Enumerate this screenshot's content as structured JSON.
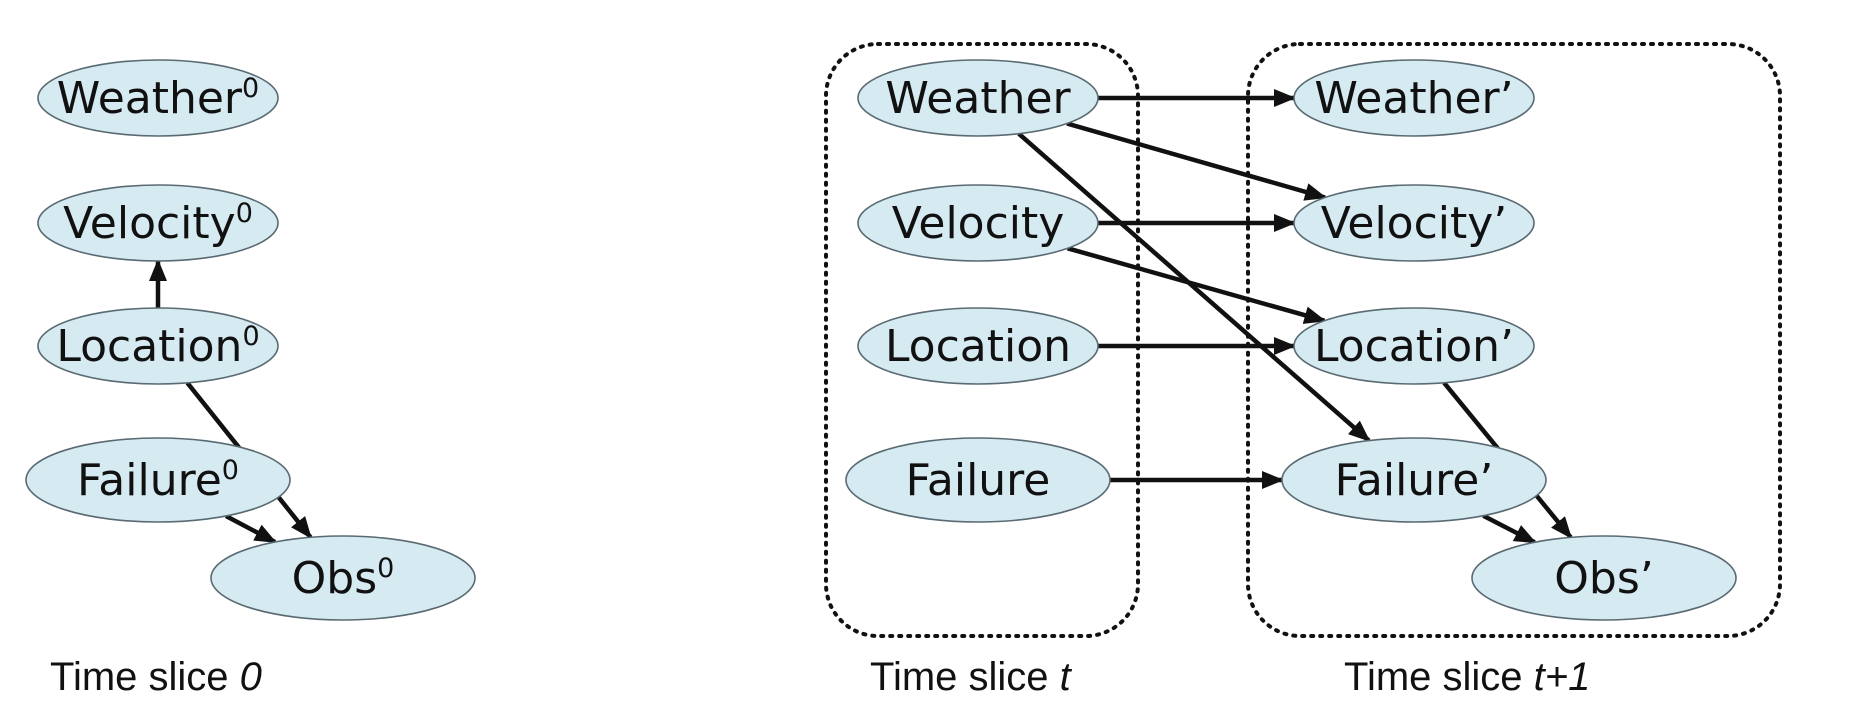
{
  "slices": [
    {
      "id": "slice0",
      "caption_main": "Time slice ",
      "caption_var": "0"
    },
    {
      "id": "slicet",
      "caption_main": "Time slice ",
      "caption_var": "t"
    },
    {
      "id": "slicet1",
      "caption_main": "Time slice ",
      "caption_var": "t+1"
    }
  ],
  "nodes": {
    "weather0": {
      "base": "Weather",
      "sup": "0",
      "prime": ""
    },
    "velocity0": {
      "base": "Velocity",
      "sup": "0",
      "prime": ""
    },
    "location0": {
      "base": "Location",
      "sup": "0",
      "prime": ""
    },
    "failure0": {
      "base": "Failure",
      "sup": "0",
      "prime": ""
    },
    "obs0": {
      "base": "Obs",
      "sup": "0",
      "prime": ""
    },
    "weather": {
      "base": "Weather",
      "sup": "",
      "prime": ""
    },
    "velocity": {
      "base": "Velocity",
      "sup": "",
      "prime": ""
    },
    "location": {
      "base": "Location",
      "sup": "",
      "prime": ""
    },
    "failure": {
      "base": "Failure",
      "sup": "",
      "prime": ""
    },
    "weather1": {
      "base": "Weather",
      "sup": "",
      "prime": "’"
    },
    "velocity1": {
      "base": "Velocity",
      "sup": "",
      "prime": "’"
    },
    "location1": {
      "base": "Location",
      "sup": "",
      "prime": "’"
    },
    "failure1": {
      "base": "Failure",
      "sup": "",
      "prime": "’"
    },
    "obs1": {
      "base": "Obs",
      "sup": "",
      "prime": "’"
    }
  },
  "edges": [
    [
      "location0",
      "velocity0"
    ],
    [
      "location0",
      "obs0"
    ],
    [
      "failure0",
      "obs0"
    ],
    [
      "weather",
      "weather1"
    ],
    [
      "weather",
      "velocity1"
    ],
    [
      "weather",
      "failure1"
    ],
    [
      "velocity",
      "velocity1"
    ],
    [
      "velocity",
      "location1"
    ],
    [
      "location",
      "location1"
    ],
    [
      "failure",
      "failure1"
    ],
    [
      "location1",
      "obs1"
    ],
    [
      "failure1",
      "obs1"
    ]
  ],
  "colors": {
    "node_fill": "#d6eaf2",
    "node_stroke": "#5a6a72",
    "edge": "#111111",
    "background": "#ffffff"
  }
}
